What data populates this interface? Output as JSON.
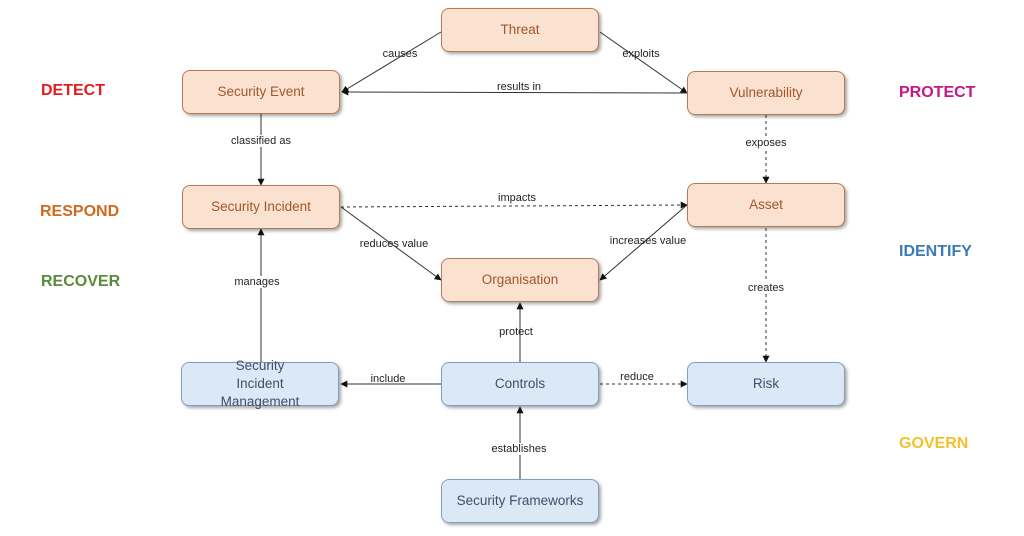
{
  "nodes": {
    "threat": {
      "label": "Threat",
      "category": "threat"
    },
    "security_event": {
      "label": "Security Event",
      "category": "threat"
    },
    "vulnerability": {
      "label": "Vulnerability",
      "category": "threat"
    },
    "security_incident": {
      "label": "Security Incident",
      "category": "threat"
    },
    "asset": {
      "label": "Asset",
      "category": "threat"
    },
    "organisation": {
      "label": "Organisation",
      "category": "threat"
    },
    "security_incident_management": {
      "label": "Security Incident Management",
      "category": "control"
    },
    "controls": {
      "label": "Controls",
      "category": "control"
    },
    "risk": {
      "label": "Risk",
      "category": "control"
    },
    "security_frameworks": {
      "label": "Security Frameworks",
      "category": "control"
    }
  },
  "edges": [
    {
      "id": "causes",
      "from": "threat",
      "to": "security_event",
      "label": "causes",
      "style": "solid"
    },
    {
      "id": "exploits",
      "from": "threat",
      "to": "vulnerability",
      "label": "exploits",
      "style": "solid"
    },
    {
      "id": "results_in",
      "from": "vulnerability",
      "to": "security_event",
      "label": "results in",
      "style": "solid"
    },
    {
      "id": "classified_as",
      "from": "security_event",
      "to": "security_incident",
      "label": "classified as",
      "style": "solid"
    },
    {
      "id": "exposes",
      "from": "vulnerability",
      "to": "asset",
      "label": "exposes",
      "style": "dashed"
    },
    {
      "id": "impacts",
      "from": "security_incident",
      "to": "asset",
      "label": "impacts",
      "style": "dashed"
    },
    {
      "id": "reduces_value",
      "from": "security_incident",
      "to": "organisation",
      "label": "reduces value",
      "style": "solid"
    },
    {
      "id": "increases_value",
      "from": "asset",
      "to": "organisation",
      "label": "increases value",
      "style": "solid"
    },
    {
      "id": "creates",
      "from": "asset",
      "to": "risk",
      "label": "creates",
      "style": "dashed"
    },
    {
      "id": "manages",
      "from": "security_incident_management",
      "to": "security_incident",
      "label": "manages",
      "style": "solid"
    },
    {
      "id": "protect",
      "from": "controls",
      "to": "organisation",
      "label": "protect",
      "style": "solid"
    },
    {
      "id": "include",
      "from": "controls",
      "to": "security_incident_management",
      "label": "include",
      "style": "solid"
    },
    {
      "id": "reduce",
      "from": "controls",
      "to": "risk",
      "label": "reduce",
      "style": "dashed"
    },
    {
      "id": "establishes",
      "from": "security_frameworks",
      "to": "controls",
      "label": "establishes",
      "style": "solid"
    }
  ],
  "functions": {
    "detect": {
      "label": "DETECT",
      "color": "#e31b23"
    },
    "respond": {
      "label": "RESPOND",
      "color": "#d2691e"
    },
    "recover": {
      "label": "RECOVER",
      "color": "#5a8a3c"
    },
    "protect": {
      "label": "PROTECT",
      "color": "#c71585"
    },
    "identify": {
      "label": "IDENTIFY",
      "color": "#3a7ab8"
    },
    "govern": {
      "label": "GOVERN",
      "color": "#f2c12e"
    }
  },
  "colors": {
    "threat_fill": "#fbe1d0",
    "threat_border": "#b77b53",
    "threat_text": "#a0582a",
    "control_fill": "#dbe8f6",
    "control_border": "#7f9fc4",
    "control_text": "#3f4f6a",
    "edge": "#222222"
  }
}
